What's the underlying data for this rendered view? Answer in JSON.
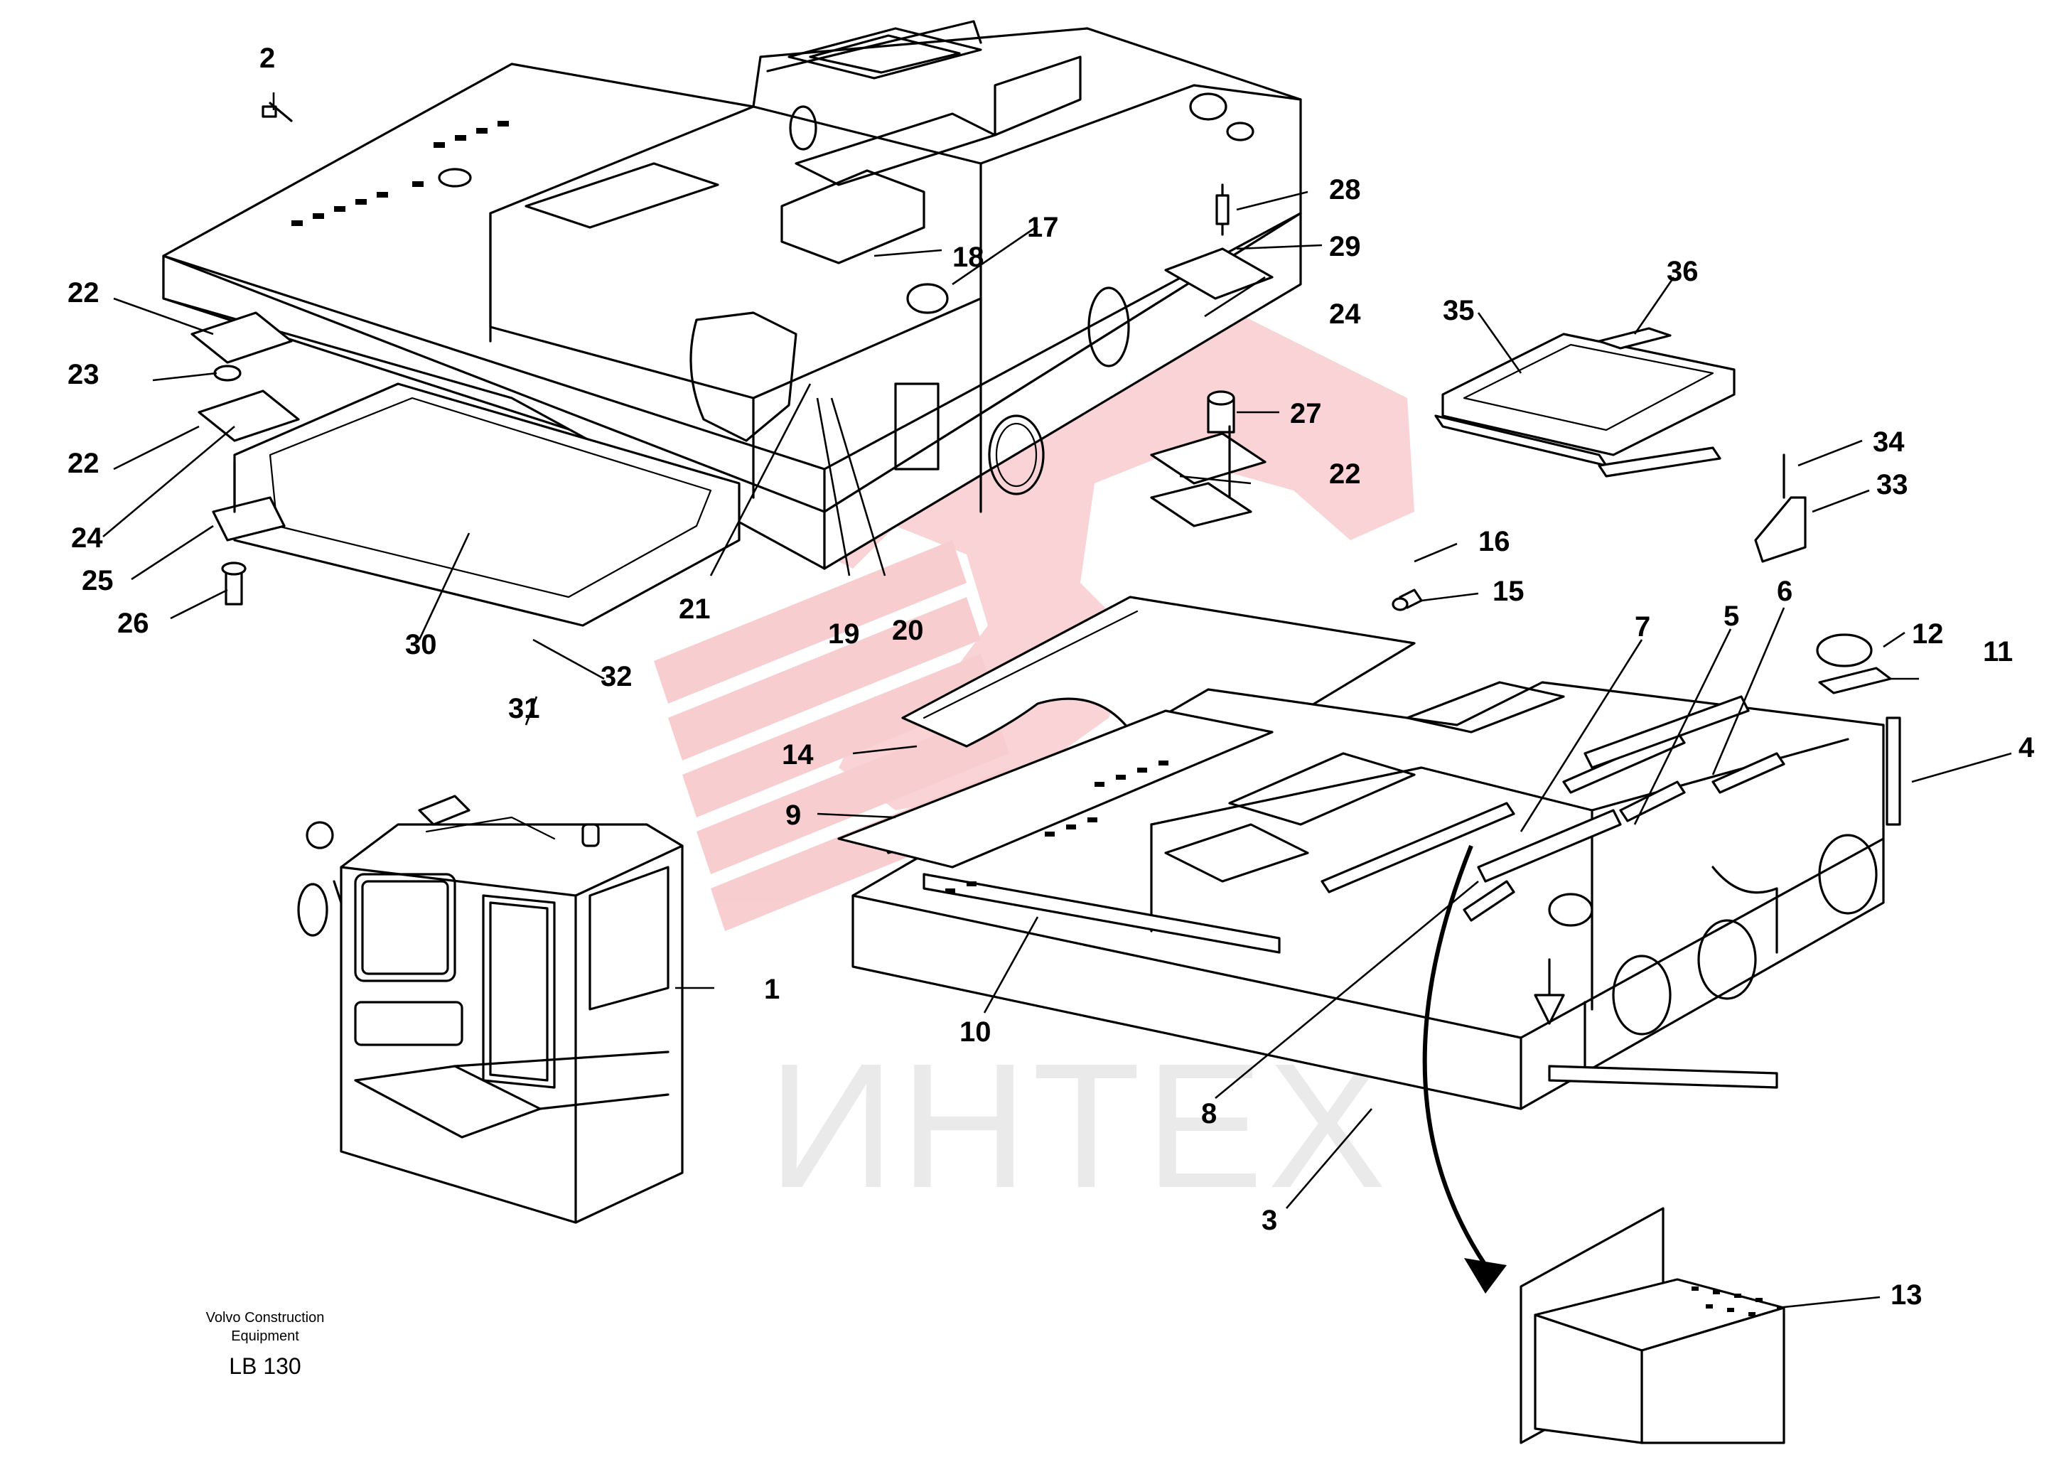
{
  "watermark": {
    "text": "ИНТЕХ",
    "color": "#d9d9d9",
    "logo_color": "#f4a6ab"
  },
  "footer": {
    "line1": "Volvo Construction",
    "line2": "Equipment",
    "code": "LB 130"
  },
  "callouts": [
    {
      "id": "c1",
      "label": "1"
    },
    {
      "id": "c2",
      "label": "2"
    },
    {
      "id": "c3",
      "label": "3"
    },
    {
      "id": "c4",
      "label": "4"
    },
    {
      "id": "c5",
      "label": "5"
    },
    {
      "id": "c6",
      "label": "6"
    },
    {
      "id": "c7",
      "label": "7"
    },
    {
      "id": "c8",
      "label": "8"
    },
    {
      "id": "c9",
      "label": "9"
    },
    {
      "id": "c10",
      "label": "10"
    },
    {
      "id": "c11",
      "label": "11"
    },
    {
      "id": "c12",
      "label": "12"
    },
    {
      "id": "c13",
      "label": "13"
    },
    {
      "id": "c14",
      "label": "14"
    },
    {
      "id": "c15",
      "label": "15"
    },
    {
      "id": "c16",
      "label": "16"
    },
    {
      "id": "c17",
      "label": "17"
    },
    {
      "id": "c18",
      "label": "18"
    },
    {
      "id": "c19",
      "label": "19"
    },
    {
      "id": "c20",
      "label": "20"
    },
    {
      "id": "c21",
      "label": "21"
    },
    {
      "id": "c22a",
      "label": "22"
    },
    {
      "id": "c22b",
      "label": "22"
    },
    {
      "id": "c22c",
      "label": "22"
    },
    {
      "id": "c23",
      "label": "23"
    },
    {
      "id": "c24a",
      "label": "24"
    },
    {
      "id": "c24b",
      "label": "24"
    },
    {
      "id": "c25",
      "label": "25"
    },
    {
      "id": "c26",
      "label": "26"
    },
    {
      "id": "c27",
      "label": "27"
    },
    {
      "id": "c28",
      "label": "28"
    },
    {
      "id": "c29",
      "label": "29"
    },
    {
      "id": "c30",
      "label": "30"
    },
    {
      "id": "c31",
      "label": "31"
    },
    {
      "id": "c32",
      "label": "32"
    },
    {
      "id": "c33",
      "label": "33"
    },
    {
      "id": "c34",
      "label": "34"
    },
    {
      "id": "c35",
      "label": "35"
    },
    {
      "id": "c36",
      "label": "36"
    }
  ]
}
